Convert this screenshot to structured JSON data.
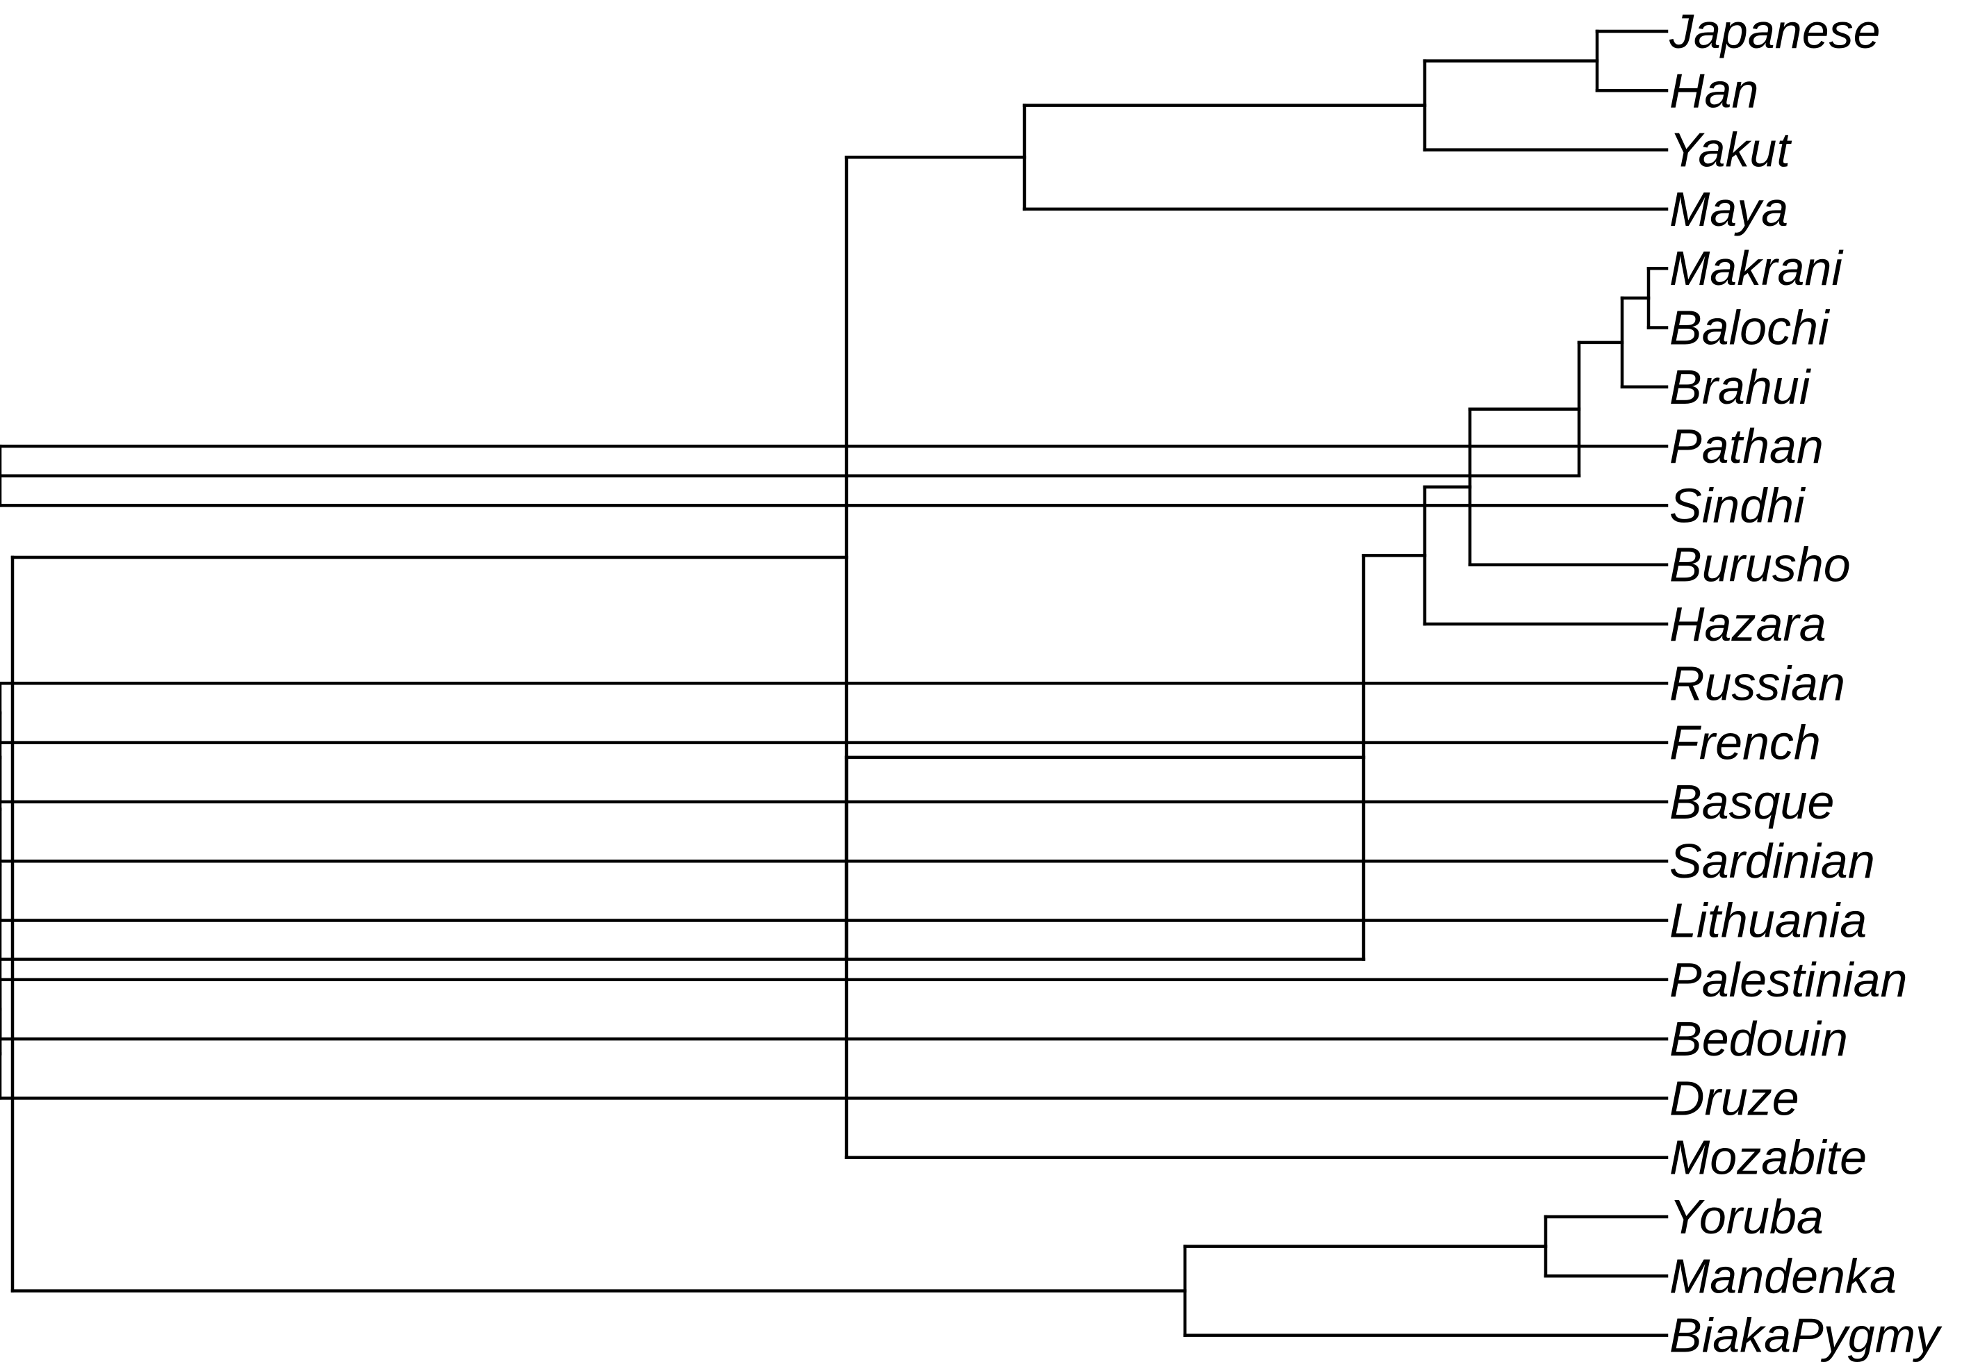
{
  "tree": {
    "type": "dendrogram",
    "orientation": "left-to-right",
    "line_color": "#000000",
    "root": {
      "children": [
        {
          "children": [
            {
              "children": [
                {
                  "children": [
                    {
                      "children": [
                        {
                          "name": "Japanese"
                        },
                        {
                          "name": "Han"
                        }
                      ]
                    },
                    {
                      "name": "Yakut"
                    }
                  ]
                },
                {
                  "name": "Maya"
                }
              ]
            },
            {
              "children": [
                {
                  "children": [
                    {
                      "children": [
                        {
                          "children": [
                            {
                              "children": [
                                {
                                  "children": [
                                    {
                                      "children": [
                                        {
                                          "name": "Makrani"
                                        },
                                        {
                                          "name": "Balochi"
                                        }
                                      ]
                                    },
                                    {
                                      "name": "Brahui"
                                    }
                                  ]
                                },
                                {
                                  "children": [
                                    {
                                      "name": "Pathan"
                                    },
                                    {
                                      "name": "Sindhi"
                                    }
                                  ]
                                }
                              ]
                            },
                            {
                              "name": "Burusho"
                            }
                          ]
                        },
                        {
                          "name": "Hazara"
                        }
                      ]
                    },
                    {
                      "children": [
                        {
                          "children": [
                            {
                              "children": [
                                {
                                  "children": [
                                    {
                                      "children": [
                                        {
                                          "name": "Russian"
                                        },
                                        {
                                          "name": "French"
                                        }
                                      ]
                                    },
                                    {
                                      "name": "Basque"
                                    }
                                  ]
                                },
                                {
                                  "name": "Sardinian"
                                }
                              ]
                            },
                            {
                              "name": "Lithuania"
                            }
                          ]
                        },
                        {
                          "children": [
                            {
                              "children": [
                                {
                                  "name": "Palestinian"
                                },
                                {
                                  "name": "Bedouin"
                                }
                              ]
                            },
                            {
                              "name": "Druze"
                            }
                          ]
                        }
                      ]
                    }
                  ]
                },
                {
                  "name": "Mozabite"
                }
              ]
            }
          ]
        },
        {
          "children": [
            {
              "children": [
                {
                  "name": "Yoruba"
                },
                {
                  "name": "Mandenka"
                }
              ]
            },
            {
              "name": "BiakaPygmy"
            }
          ]
        }
      ]
    }
  }
}
